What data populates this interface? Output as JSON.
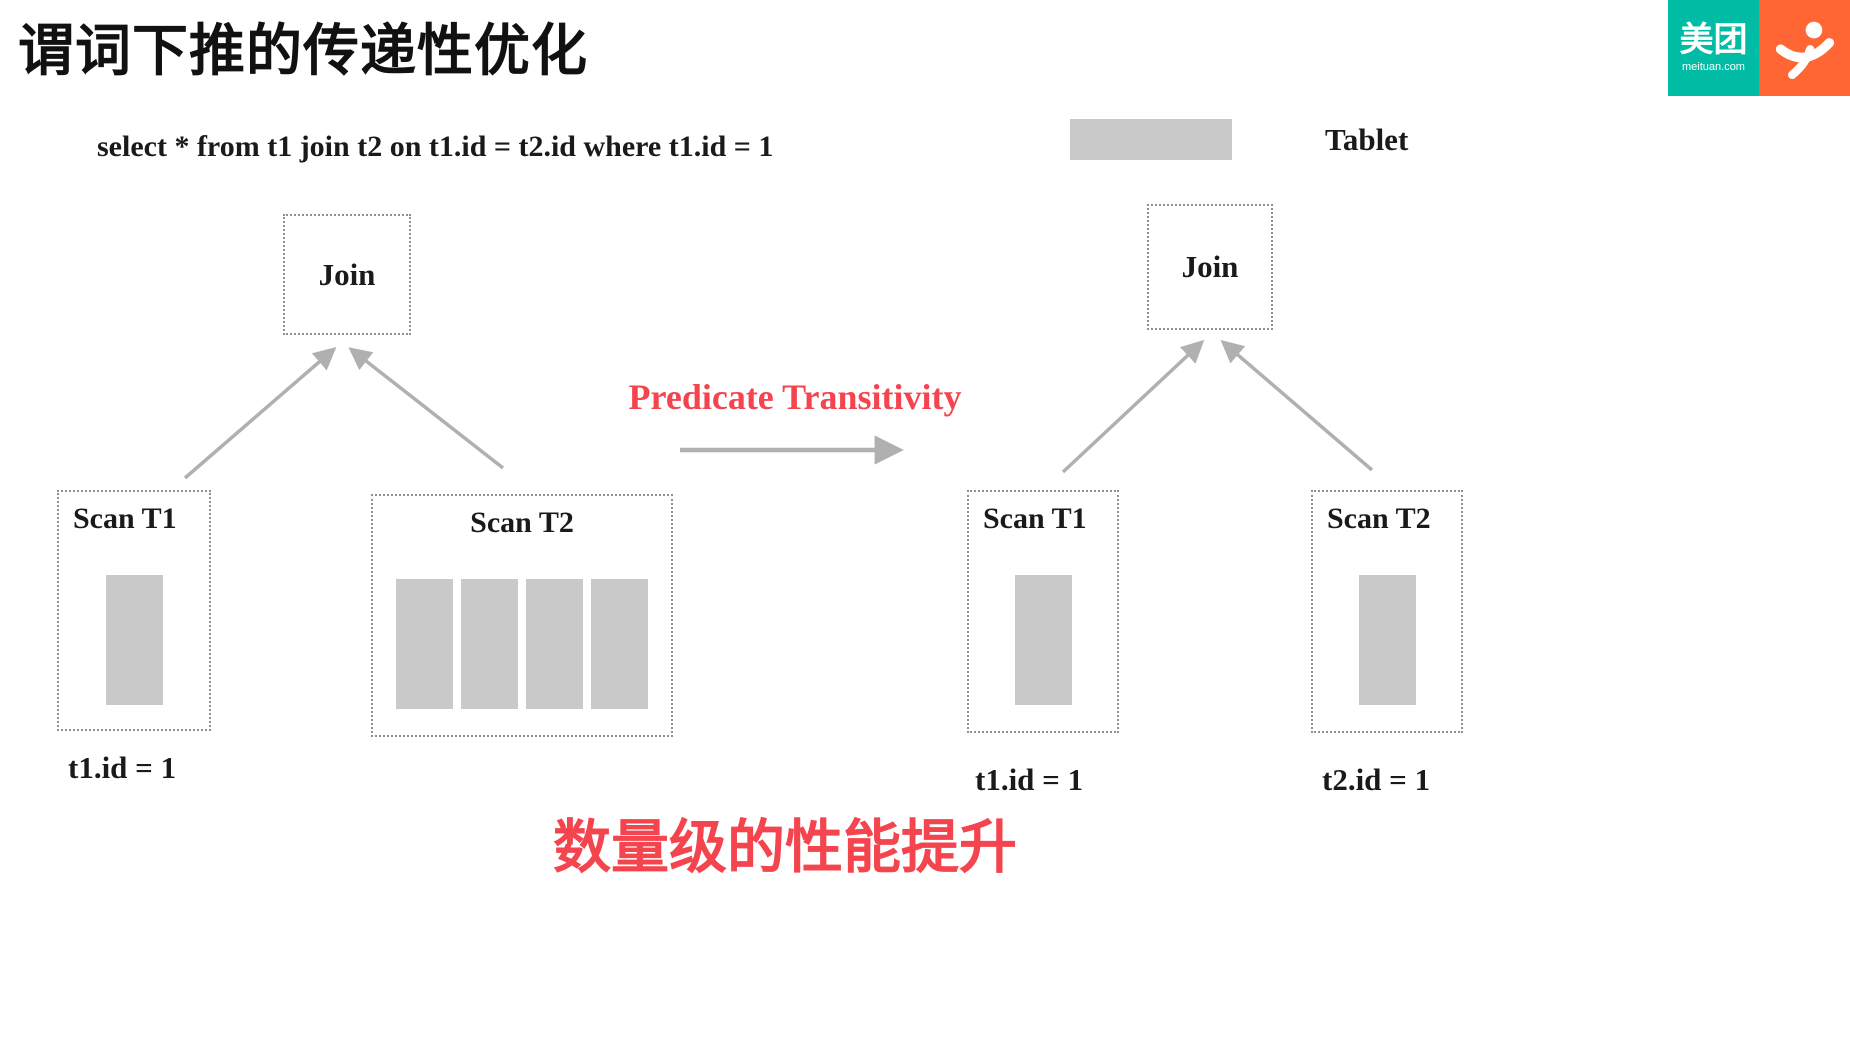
{
  "title": "谓词下推的传递性优化",
  "sql": "select * from t1 join t2 on t1.id = t2.id where t1.id = 1",
  "legend": {
    "label": "Tablet"
  },
  "transform_label": "Predicate Transitivity",
  "caption": "数量级的性能提升",
  "logos": {
    "meituan_text": "美团",
    "meituan_sub": "meituan.com"
  },
  "left_plan": {
    "join_label": "Join",
    "scan_t1": {
      "label": "Scan T1",
      "tablet_count": 1
    },
    "scan_t2": {
      "label": "Scan T2",
      "tablet_count": 4
    },
    "predicate_t1": "t1.id = 1"
  },
  "right_plan": {
    "join_label": "Join",
    "scan_t1": {
      "label": "Scan T1",
      "tablet_count": 1
    },
    "scan_t2": {
      "label": "Scan T2",
      "tablet_count": 1
    },
    "predicate_t1": "t1.id = 1",
    "predicate_t2": "t2.id = 1"
  },
  "colors": {
    "accent_red": "#f4444e",
    "tablet_gray": "#c9c9c9",
    "arrow_gray": "#b0b0b0",
    "meituan_teal": "#00bca5",
    "dianping_orange": "#ff6633"
  }
}
